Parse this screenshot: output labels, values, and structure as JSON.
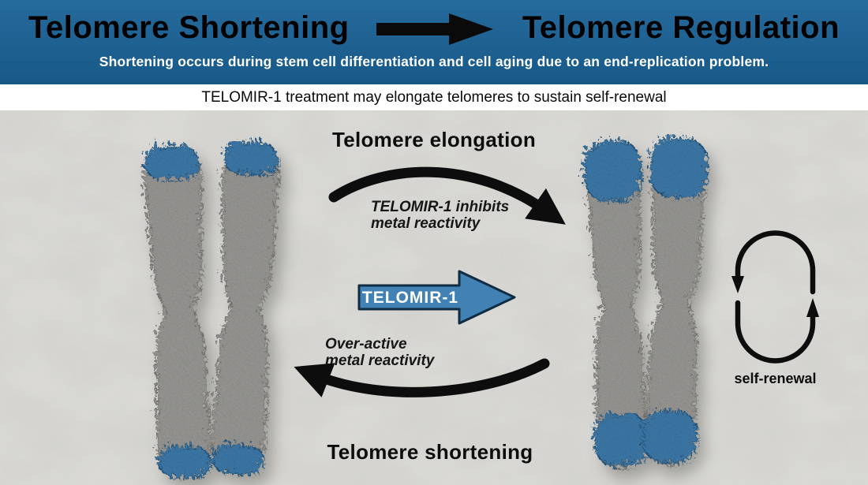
{
  "colors": {
    "header_top": "#266b9d",
    "header_bottom": "#175887",
    "telomere_blue": "#4281b3",
    "body_bg": "#dbdad6",
    "ink": "#0d0d0d",
    "banner_bg": "#ffffff",
    "subtitle_text": "#ffffff"
  },
  "icons": {
    "title_arrow": "right-arrow",
    "elongation_arrow": "curved-right-arrow",
    "shortening_arrow": "curved-left-arrow",
    "cycle": "self-renewal-cycle"
  },
  "header": {
    "title_left": "Telomere Shortening",
    "title_right": "Telomere Regulation",
    "subtitle": "Shortening occurs during stem cell differentiation and cell aging due to an end-replication problem."
  },
  "banner": {
    "text": "TELOMIR-1 treatment may elongate telomeres to sustain self-renewal"
  },
  "diagram": {
    "top_label": "Telomere elongation",
    "top_caption_line1": "TELOMIR-1 inhibits",
    "top_caption_line2": "metal reactivity",
    "telomir_label": "TELOMIR-1",
    "bottom_caption_line1": "Over-active",
    "bottom_caption_line2": "metal reactivity",
    "bottom_label": "Telomere shortening",
    "cycle_label": "self-renewal"
  }
}
